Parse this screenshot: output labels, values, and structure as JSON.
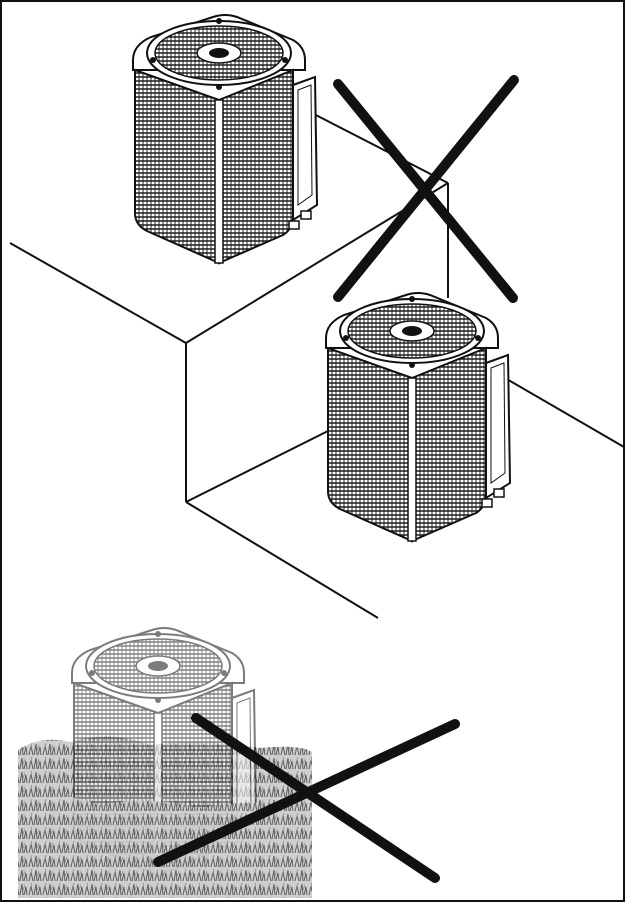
{
  "figure": {
    "panels": [
      {
        "id": "top",
        "status": "incorrect",
        "description_visible": false
      },
      {
        "id": "middle",
        "status": "correct",
        "description_visible": false
      },
      {
        "id": "bottom",
        "status": "incorrect",
        "description_visible": false
      }
    ],
    "colors": {
      "ink": "#111111",
      "paper": "#ffffff",
      "grass_dark": "#6b6b6b",
      "grass_light": "#d9d9d9",
      "faded_unit": "#9a9a9a"
    },
    "icons": [
      "condenser-unit",
      "prohibited-cross-mark",
      "grass"
    ]
  }
}
